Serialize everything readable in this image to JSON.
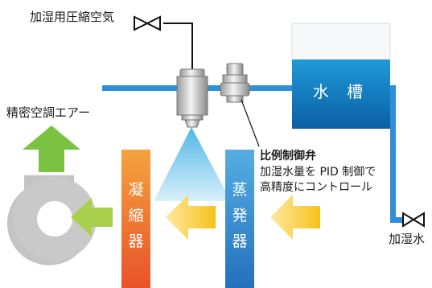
{
  "labels": {
    "air_in": "加湿用圧縮空気",
    "air_out": "精密空調エアー",
    "water_in": "加湿水",
    "tank": "水 槽",
    "valve_title": "比例制御弁",
    "valve_desc_1": "加湿水量を PID 制御で",
    "valve_desc_2": "高精度にコントロール",
    "condenser": "凝\n縮\n器",
    "evaporator": "蒸\n発\n器"
  },
  "colors": {
    "pipe": "#2f8fd8",
    "tank_top": "#1f9ad8",
    "tank_bottom": "#0b5fa4",
    "condenser_top": "#f39a3c",
    "condenser_bottom": "#e8552a",
    "evaporator_top": "#4ea7e0",
    "evaporator_bottom": "#2573bf",
    "flow_arrow": "#f5c518",
    "out_arrow": "#7cc242",
    "fan": "#bcbcbc",
    "spray": "#6cc3ea"
  },
  "icons": [
    "valve-icon",
    "nozzle-icon",
    "proportional-valve-icon",
    "fan-icon",
    "arrow-icon"
  ]
}
